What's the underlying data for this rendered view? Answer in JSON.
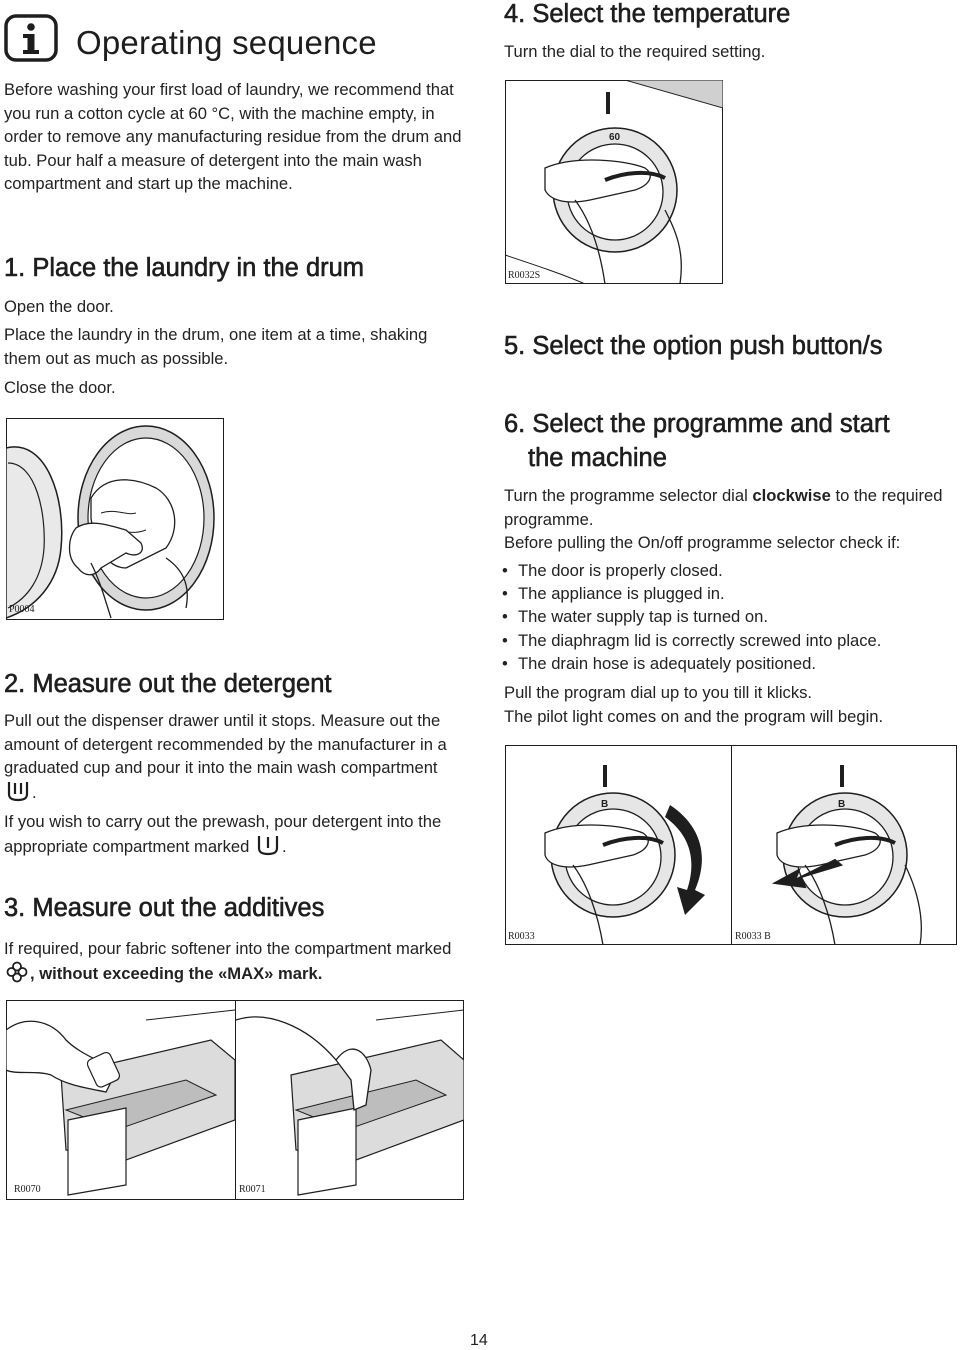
{
  "header": {
    "title": "Operating sequence",
    "info_icon": "info-icon"
  },
  "intro": {
    "text": "Before washing your first load of laundry, we recommend that you run a cotton cycle at 60 °C, with the machine empty, in order to remove any manufacturing residue from the drum and tub. Pour half a measure of detergent into the main wash compartment and start up the machine."
  },
  "step1": {
    "heading": "1. Place the laundry in the drum",
    "lines": [
      "Open the door.",
      "Place the laundry in the drum, one item at a time, shaking them out as much as possible.",
      "Close the door."
    ],
    "figure_code": "P0004"
  },
  "step2": {
    "heading": "2. Measure out the detergent",
    "para1_a": "Pull out the dispenser drawer until it stops. Measure out the amount of detergent recommended by the manufacturer in a graduated cup and pour it into the main wash compartment",
    "para1_end": ".",
    "para2_a": "If you wish to carry out the prewash, pour detergent into the appropriate compartment marked",
    "para2_end": "."
  },
  "step3": {
    "heading": "3. Measure out the additives",
    "text_a": "If required, pour fabric softener into the compartment marked",
    "text_bold": ", without exceeding the «MAX» mark.",
    "figure_codes": [
      "R0070",
      "R0071"
    ]
  },
  "step4": {
    "heading": "4. Select the temperature",
    "text": "Turn the dial to the required setting.",
    "figure_code": "R0032S",
    "dial_label": "60"
  },
  "step5": {
    "heading": "5. Select the option push button/s"
  },
  "step6": {
    "heading_line1": "6. Select the programme and start",
    "heading_line2": "the machine",
    "para1_a": "Turn the programme selector dial",
    "para1_bold": "clockwise",
    "para1_b": "to the required programme.",
    "para2": "Before pulling the On/off programme selector check if:",
    "checks": [
      "The door is properly closed.",
      "The appliance is plugged in.",
      "The water supply tap is turned on.",
      "The diaphragm lid is correctly screwed into place.",
      "The drain hose is adequately positioned."
    ],
    "para3": "Pull the program dial up to you till it klicks.",
    "para4": "The pilot light comes on and the program will begin.",
    "figure_codes": [
      "R0033",
      "R0033 B"
    ],
    "dial_label": "B"
  },
  "footer": {
    "page_number": "14"
  }
}
